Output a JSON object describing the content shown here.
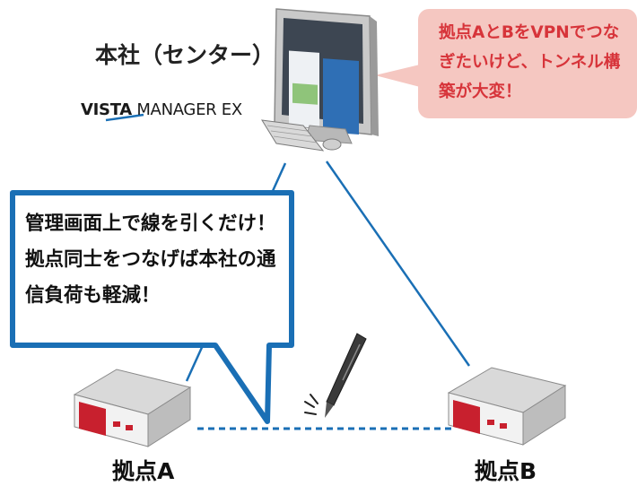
{
  "headquarters": {
    "title": "本社（センター）",
    "logo_bold": "VISTA",
    "logo_rest": "MANAGER EX"
  },
  "callout": {
    "text": "拠点AとBをVPNでつなぎたいけど、トンネル構築が大変！",
    "background": "#f5c7c1",
    "text_color": "#d7343a"
  },
  "speech_bubble": {
    "text": "管理画面上で線を引くだけ！ 拠点同士をつなげば本社の通信負荷も軽減！",
    "border_color": "#1a6fb5"
  },
  "sites": {
    "a_label": "拠点A",
    "b_label": "拠点B"
  },
  "colors": {
    "link_line": "#1a6fb5",
    "router_accent": "#c8202e"
  }
}
